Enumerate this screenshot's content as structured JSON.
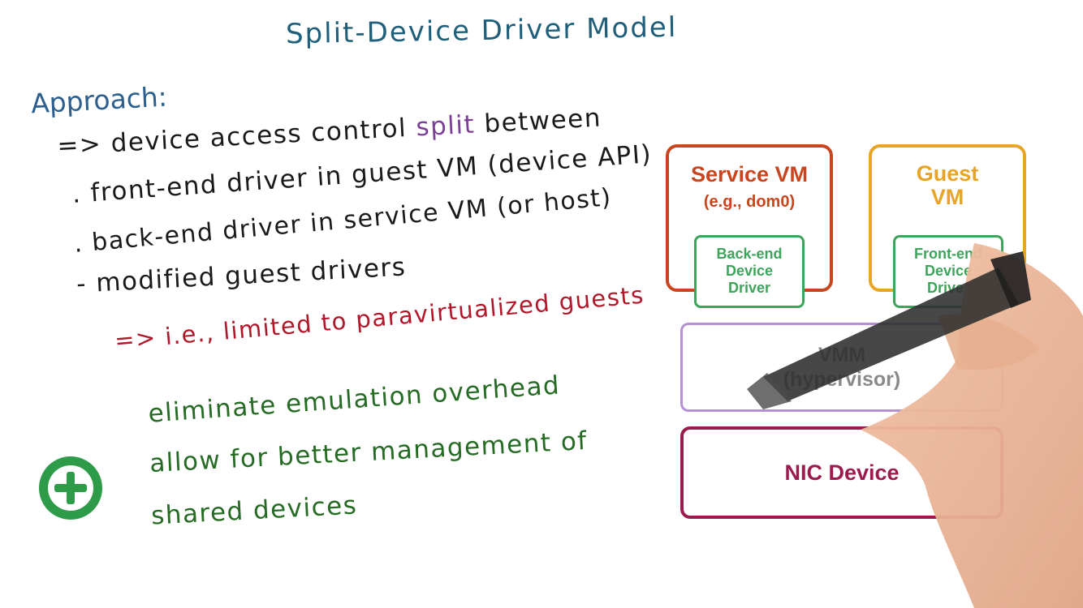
{
  "title": "Split-Device Driver Model",
  "approach": "Approach:",
  "bullets": [
    {
      "marker": "=>",
      "pre": "device access control ",
      "highlight": "split",
      "post": " between"
    },
    {
      "marker": ".",
      "text": "front-end driver in guest VM (device API)"
    },
    {
      "marker": ".",
      "text": "back-end driver in service VM (or host)"
    },
    {
      "marker": "-",
      "text": "modified guest drivers"
    }
  ],
  "note": "=> i.e., limited to paravirtualized guests",
  "pros": [
    "eliminate emulation overhead",
    "allow for better management of",
    "shared devices"
  ],
  "diagram": {
    "service_vm": {
      "title": "Service VM",
      "subtitle": "(e.g., dom0)",
      "driver": [
        "Back-end",
        "Device",
        "Driver"
      ]
    },
    "guest_vm": {
      "title": [
        "Guest",
        "VM"
      ],
      "driver": [
        "Front-end",
        "Device",
        "Driver"
      ]
    },
    "vmm": [
      "VMM",
      "(hypervisor)"
    ],
    "nic": "NIC Device"
  },
  "colors": {
    "title": "#1f5f7a",
    "approach": "#2c5f8d",
    "note": "#b0182a",
    "pros": "#256b24",
    "service_vm": "#c8451e",
    "guest_vm": "#e8a427",
    "driver": "#3fa35c",
    "vmm": "#b491d2",
    "nic": "#9b1b4e"
  },
  "icons": [
    "plus-circle-icon",
    "hand-with-marker"
  ]
}
